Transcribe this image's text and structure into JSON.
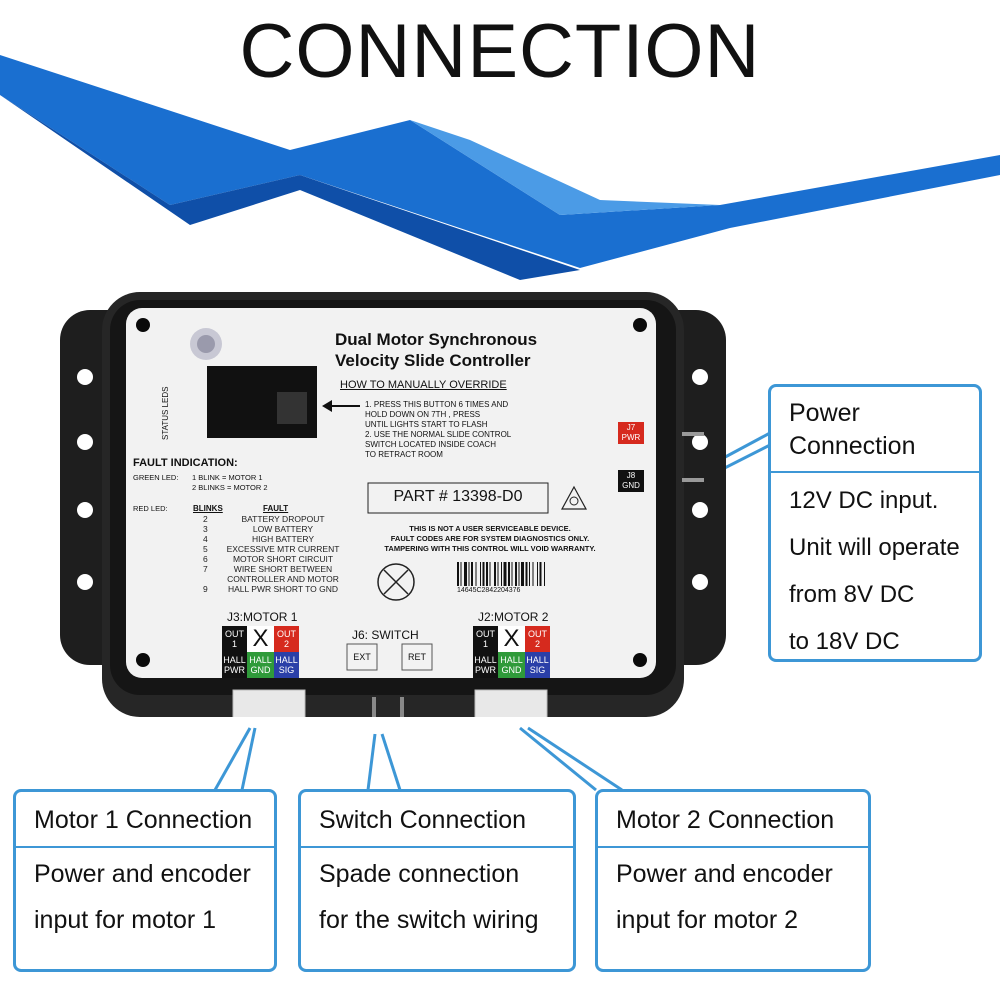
{
  "title": "CONNECTION",
  "colors": {
    "accent_blue": "#1a6fd0",
    "callout_border": "#3d97d6",
    "case": "#1e1e1e",
    "panel": "#f2f2f2",
    "pin_red": "#d62a1e",
    "pin_green": "#2f9a3a",
    "pin_blue": "#2a3fa8"
  },
  "device": {
    "brand_logo": "logo-icon",
    "product_name_line1": "Dual Motor Synchronous",
    "product_name_line2": "Velocity Slide Controller",
    "status_leds_label": "STATUS LEDS",
    "override_heading": "HOW TO MANUALLY OVERRIDE",
    "override_steps": [
      "1.  PRESS THIS BUTTON 6 TIMES AND",
      "HOLD DOWN ON 7TH , PRESS",
      "UNTIL LIGHTS START TO FLASH",
      "2.  USE THE NORMAL SLIDE CONTROL",
      "SWITCH LOCATED INSIDE COACH",
      "TO RETRACT ROOM"
    ],
    "j7_label": "J7\nPWR",
    "j8_label": "J8\nGND",
    "fault_heading": "FAULT INDICATION:",
    "green_led_label": "GREEN LED:",
    "green_led_lines": [
      "1 BLINK = MOTOR 1",
      "2 BLINKS = MOTOR 2"
    ],
    "red_led_label": "RED LED:",
    "blinks_header": "BLINKS",
    "fault_header": "FAULT",
    "faults": [
      {
        "blinks": "2",
        "fault": "BATTERY DROPOUT"
      },
      {
        "blinks": "3",
        "fault": "LOW BATTERY"
      },
      {
        "blinks": "4",
        "fault": "HIGH BATTERY"
      },
      {
        "blinks": "5",
        "fault": "EXCESSIVE MTR CURRENT"
      },
      {
        "blinks": "6",
        "fault": "MOTOR SHORT CIRCUIT"
      },
      {
        "blinks": "7",
        "fault": "WIRE SHORT BETWEEN"
      },
      {
        "blinks": "",
        "fault": "CONTROLLER AND MOTOR"
      },
      {
        "blinks": "9",
        "fault": "HALL PWR SHORT TO GND"
      }
    ],
    "part_number": "PART # 13398-D0",
    "warning_lines": [
      "THIS IS NOT A USER SERVICEABLE DEVICE.",
      "FAULT CODES ARE FOR SYSTEM DIAGNOSTICS ONLY.",
      "TAMPERING WITH THIS CONTROL WILL VOID WARRANTY."
    ],
    "barcode_number": "14645C2842204376",
    "j3_label": "J3:MOTOR 1",
    "j2_label": "J2:MOTOR 2",
    "j6_label": "J6: SWITCH",
    "ext_label": "EXT",
    "ret_label": "RET",
    "pins": {
      "out1": "OUT\n1",
      "x": "X",
      "out2": "OUT\n2",
      "hall_pwr": "HALL\nPWR",
      "hall_gnd": "HALL\nGND",
      "hall_sig": "HALL\nSIG"
    }
  },
  "callouts": {
    "power": {
      "title_line1": "Power",
      "title_line2": "Connection",
      "lines": [
        "12V DC input.",
        "Unit will operate",
        "from 8V DC",
        "to 18V DC"
      ]
    },
    "motor1": {
      "title": "Motor 1 Connection",
      "lines": [
        "Power and encoder",
        "input for motor 1"
      ]
    },
    "switch": {
      "title": "Switch Connection",
      "lines": [
        "Spade connection",
        "for the switch wiring"
      ]
    },
    "motor2": {
      "title": "Motor 2 Connection",
      "lines": [
        "Power and encoder",
        "input for motor 2"
      ]
    }
  }
}
